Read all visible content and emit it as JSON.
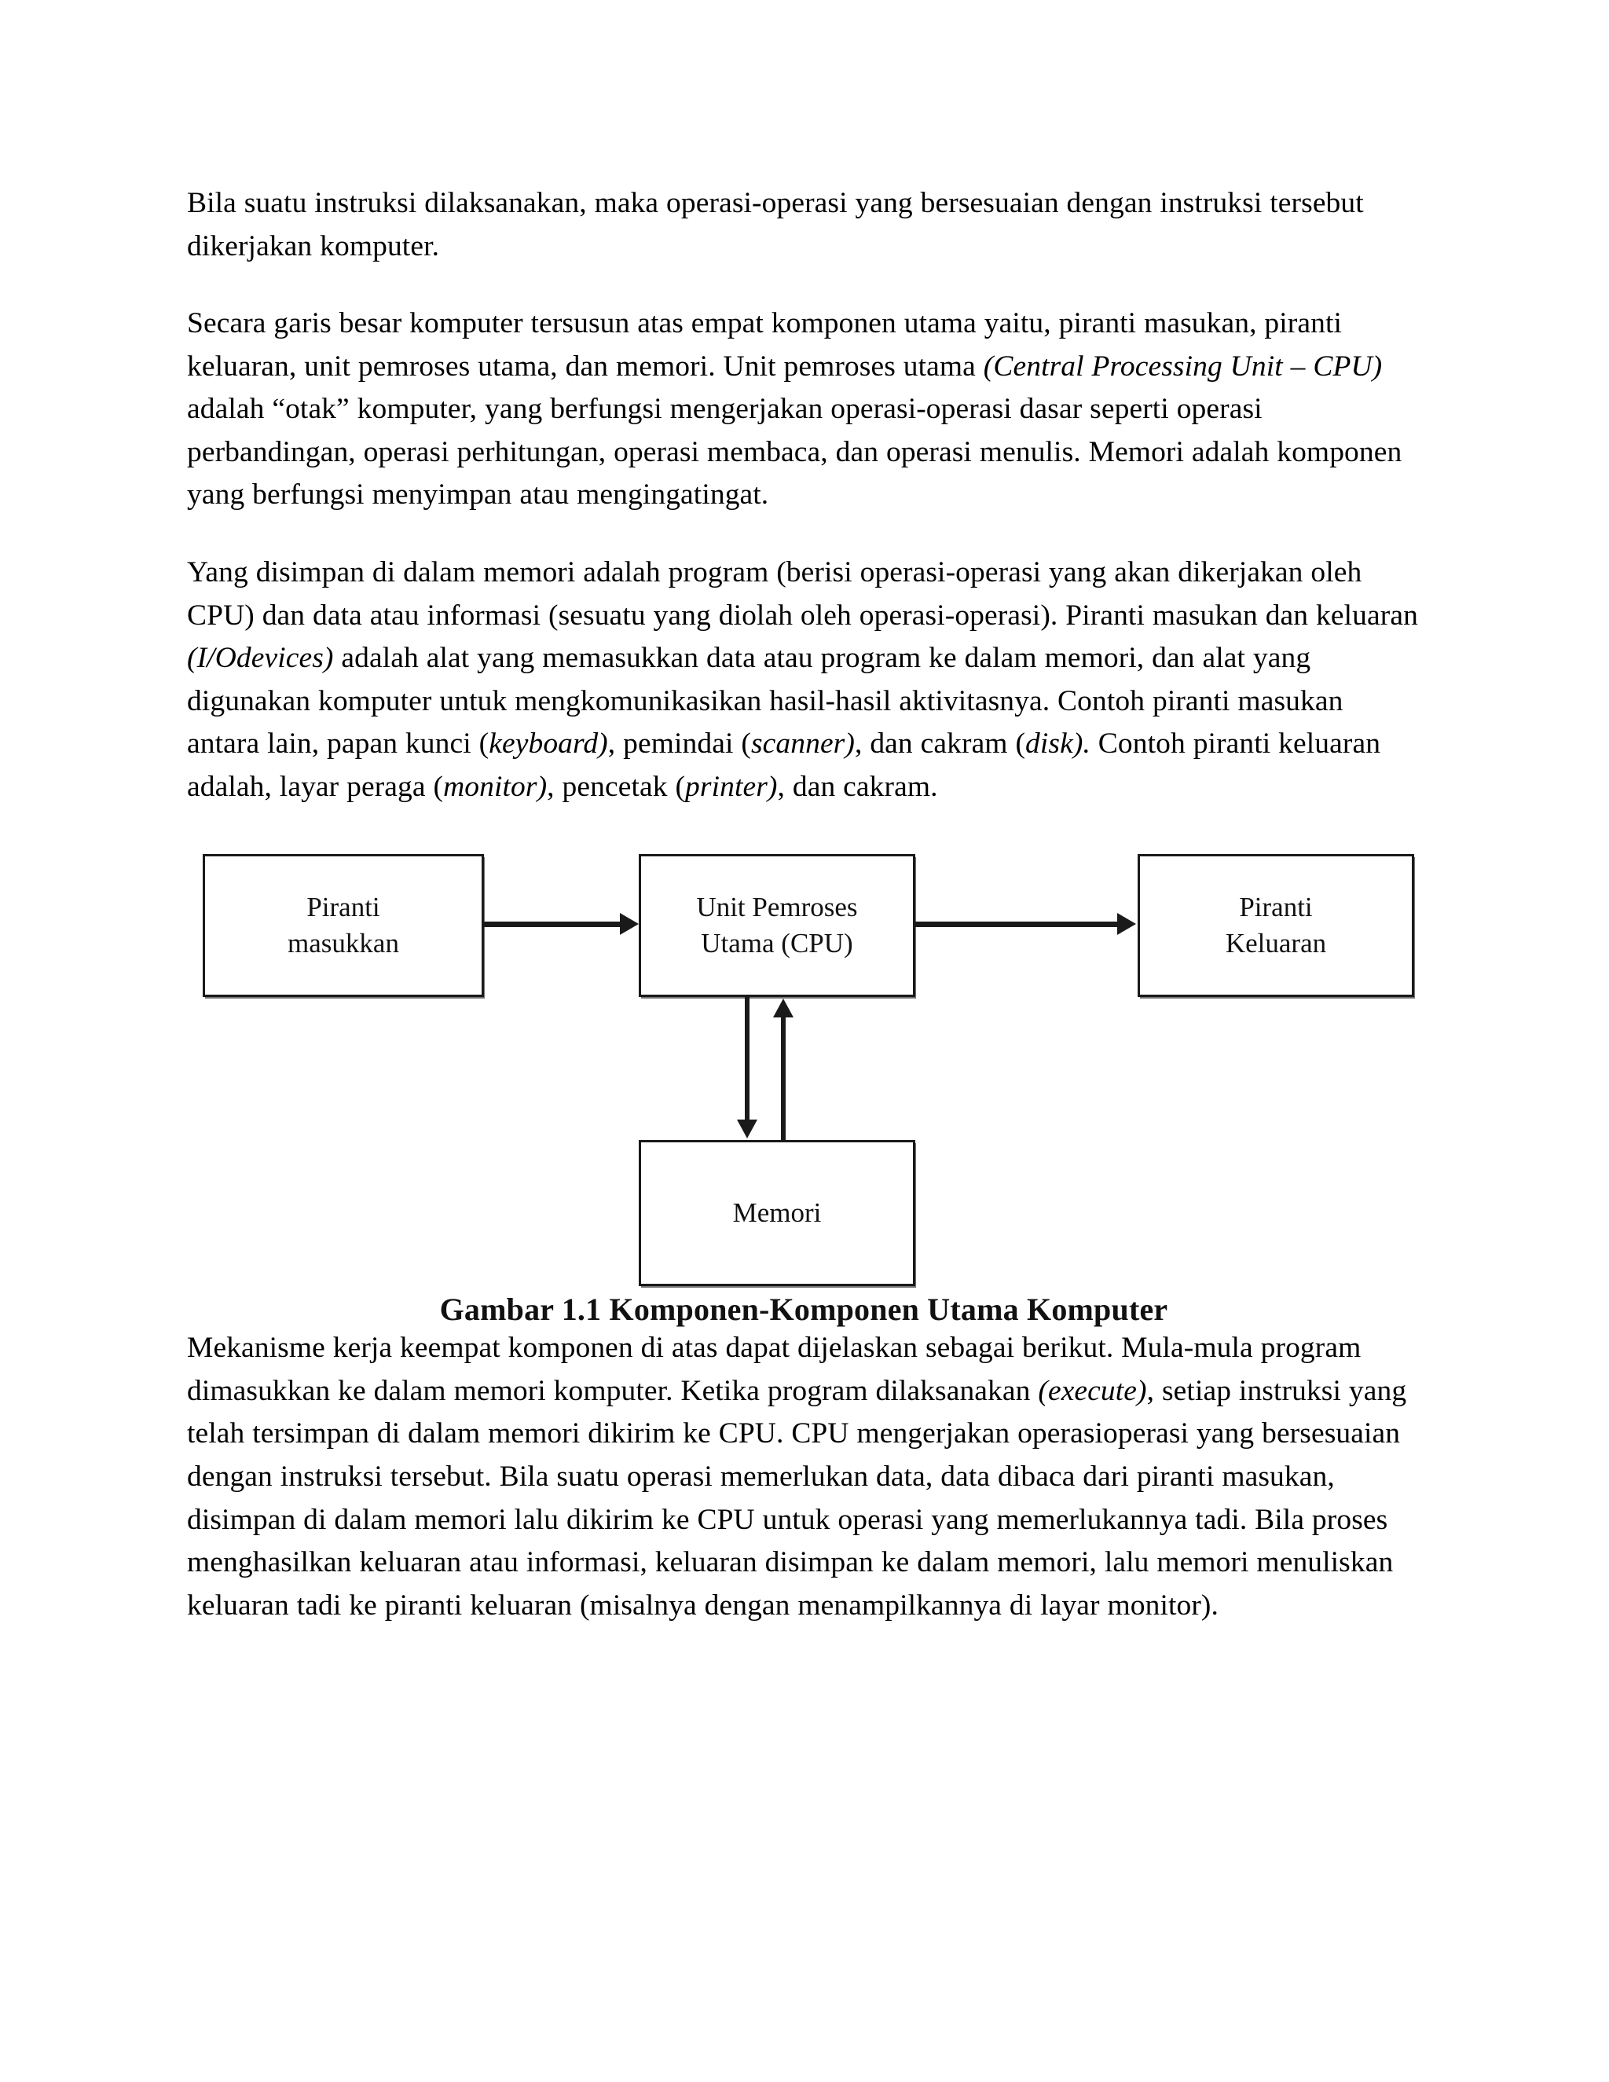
{
  "document": {
    "paragraphs": [
      {
        "id": "p1",
        "runs": [
          {
            "text": "Bila suatu instruksi dilaksanakan, maka operasi-operasi yang bersesuaian dengan instruksi tersebut dikerjakan komputer.",
            "style": "normal"
          }
        ]
      },
      {
        "id": "p2",
        "runs": [
          {
            "text": "Secara garis besar komputer tersusun atas empat komponen utama yaitu, piranti masukan, piranti keluaran, unit pemroses utama, dan memori. Unit pemroses utama ",
            "style": "normal"
          },
          {
            "text": "(Central Processing Unit – CPU)",
            "style": "italic"
          },
          {
            "text": " adalah “otak” komputer, yang berfungsi mengerjakan operasi-operasi dasar seperti operasi perbandingan, operasi perhitungan, operasi membaca, dan operasi menulis. Memori adalah komponen yang berfungsi menyimpan atau mengingatingat.",
            "style": "normal"
          }
        ]
      },
      {
        "id": "p3",
        "runs": [
          {
            "text": "Yang disimpan di dalam memori adalah program (berisi operasi-operasi yang akan dikerjakan oleh CPU) dan data atau informasi (sesuatu yang diolah oleh operasi-operasi). Piranti masukan dan keluaran ",
            "style": "normal"
          },
          {
            "text": "(I/Odevices)",
            "style": "italic"
          },
          {
            "text": " adalah alat yang memasukkan data atau program ke dalam memori, dan alat yang digunakan komputer untuk mengkomunikasikan hasil-hasil aktivitasnya. Contoh piranti masukan antara lain, papan kunci (",
            "style": "normal"
          },
          {
            "text": "keyboard)",
            "style": "italic"
          },
          {
            "text": ", pemindai (",
            "style": "normal"
          },
          {
            "text": "scanner)",
            "style": "italic"
          },
          {
            "text": ", dan cakram (",
            "style": "normal"
          },
          {
            "text": "disk).",
            "style": "italic"
          },
          {
            "text": " Contoh piranti keluaran adalah, layar peraga (",
            "style": "normal"
          },
          {
            "text": "monitor)",
            "style": "italic"
          },
          {
            "text": ", pencetak (",
            "style": "normal"
          },
          {
            "text": "printer)",
            "style": "italic"
          },
          {
            "text": ", dan cakram.",
            "style": "normal"
          }
        ]
      },
      {
        "id": "p4",
        "runs": [
          {
            "text": "Mekanisme kerja keempat komponen di atas dapat dijelaskan sebagai berikut. Mula-mula program dimasukkan ke dalam memori komputer. Ketika program dilaksanakan ",
            "style": "normal"
          },
          {
            "text": "(execute)",
            "style": "italic"
          },
          {
            "text": ", setiap instruksi yang telah tersimpan di dalam memori dikirim ke CPU. CPU mengerjakan operasioperasi yang bersesuaian dengan instruksi tersebut. Bila suatu operasi memerlukan data, data dibaca dari piranti masukan, disimpan di dalam memori lalu dikirim ke CPU untuk operasi yang memerlukannya tadi. Bila proses menghasilkan keluaran atau informasi, keluaran disimpan ke dalam memori, lalu memori menuliskan keluaran tadi ke piranti keluaran (misalnya dengan menampilkannya di layar monitor).",
            "style": "normal"
          }
        ]
      }
    ],
    "figure": {
      "caption": "Gambar 1.1 Komponen-Komponen Utama Komputer",
      "boxes": [
        {
          "id": "input",
          "label": "Piranti\nmasukkan"
        },
        {
          "id": "cpu",
          "label": "Unit Pemroses\nUtama (CPU)"
        },
        {
          "id": "output",
          "label": "Piranti\nKeluaran"
        },
        {
          "id": "memory",
          "label": "Memori"
        }
      ],
      "connections": [
        {
          "from": "input",
          "to": "cpu",
          "direction": "right"
        },
        {
          "from": "cpu",
          "to": "output",
          "direction": "right"
        },
        {
          "from": "cpu",
          "to": "memory",
          "direction": "down"
        },
        {
          "from": "memory",
          "to": "cpu",
          "direction": "up"
        }
      ],
      "colors": {
        "stroke": "#1a1a1a",
        "fill": "#ffffff",
        "text": "#111111"
      }
    }
  }
}
